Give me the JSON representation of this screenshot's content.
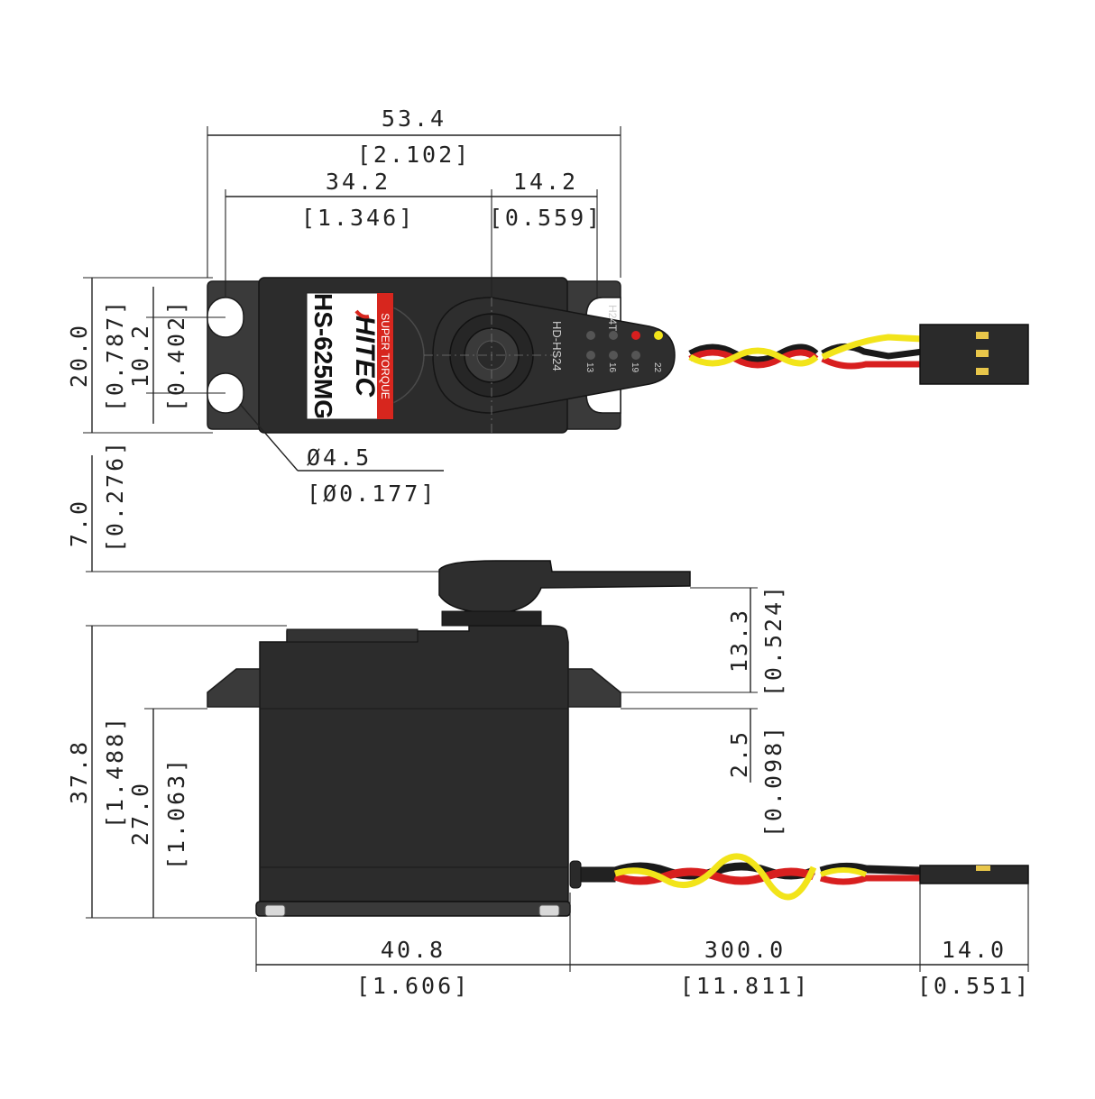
{
  "top_view": {
    "overall_length": {
      "mm": "53.4",
      "inch": "[2.102]"
    },
    "mount_spacing": {
      "mm": "34.2",
      "inch": "[1.346]"
    },
    "shaft_offset": {
      "mm": "14.2",
      "inch": "[0.559]"
    },
    "width": {
      "mm": "20.0",
      "inch": "[0.787]"
    },
    "hole_spacing": {
      "mm": "10.2",
      "inch": "[0.402]"
    },
    "hole_diameter": {
      "mm": "Ø4.5",
      "inch": "[Ø0.177]"
    }
  },
  "label": {
    "brand": "HITEC",
    "model": "HS-625MG",
    "tagline": "SUPER TORQUE"
  },
  "horn": {
    "part": "HD-HS24",
    "type": "H24T",
    "hole_numbers": [
      "13",
      "16",
      "19",
      "22"
    ]
  },
  "side_view": {
    "horn_height": {
      "mm": "7.0",
      "inch": "[0.276]"
    },
    "total_height": {
      "mm": "37.8",
      "inch": "[1.488]"
    },
    "flange_height": {
      "mm": "27.0",
      "inch": "[1.063]"
    },
    "top_height": {
      "mm": "13.3",
      "inch": "[0.524]"
    },
    "flange_thickness": {
      "mm": "2.5",
      "inch": "[0.098]"
    },
    "body_length": {
      "mm": "40.8",
      "inch": "[1.606]"
    },
    "cable_length": {
      "mm": "300.0",
      "inch": "[11.811]"
    },
    "connector_length": {
      "mm": "14.0",
      "inch": "[0.551]"
    }
  },
  "colors": {
    "wire_black": "#1a1a1a",
    "wire_red": "#d81f1f",
    "wire_yellow": "#f2e41a",
    "label_red": "#d7261e",
    "body": "#3a3a3a"
  }
}
